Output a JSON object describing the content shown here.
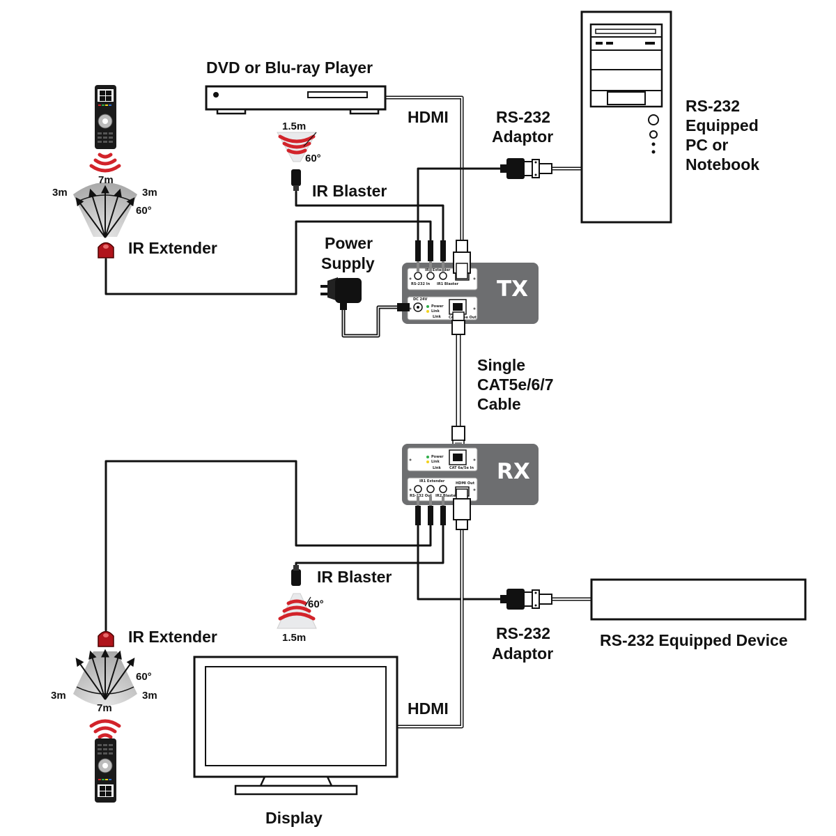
{
  "labels": {
    "dvd_player": "DVD or Blu-ray Player",
    "hdmi_top": "HDMI",
    "rs232_adaptor_top_line1": "RS-232",
    "rs232_adaptor_top_line2": "Adaptor",
    "pc_line1": "RS-232",
    "pc_line2": "Equipped",
    "pc_line3": "PC or",
    "pc_line4": "Notebook",
    "ir_blaster_top": "IR Blaster",
    "ir_extender_top": "IR Extender",
    "power_supply_line1": "Power",
    "power_supply_line2": "Supply",
    "tx": "TX",
    "rx": "RX",
    "cable_line1": "Single",
    "cable_line2": "CAT5e/6/7",
    "cable_line3": "Cable",
    "ir_blaster_bottom": "IR Blaster",
    "ir_extender_bottom": "IR Extender",
    "rs232_adaptor_bottom_line1": "RS-232",
    "rs232_adaptor_bottom_line2": "Adaptor",
    "rs232_device": "RS-232 Equipped Device",
    "hdmi_bottom": "HDMI",
    "display": "Display"
  },
  "ranges": {
    "blaster_top_distance": "1.5m",
    "blaster_top_angle": "60°",
    "extender_top_distance": "7m",
    "extender_top_left": "3m",
    "extender_top_right": "3m",
    "extender_top_angle": "60°",
    "blaster_bottom_angle": "60°",
    "blaster_bottom_distance": "1.5m",
    "extender_bottom_angle": "60°",
    "extender_bottom_left": "3m",
    "extender_bottom_right": "3m",
    "extender_bottom_distance": "7m"
  },
  "panel_text": {
    "tx_ir2_extender": "IR2 Extender",
    "tx_rs232_in": "RS-232 In",
    "tx_ir1_blaster": "IR1 Blaster",
    "tx_dc": "DC 24V",
    "tx_power": "Power",
    "tx_link": "Link",
    "tx_link_sub": "Link",
    "tx_cat_out": "CAT 6a/5e Out",
    "rx_power": "Power",
    "rx_link": "Link",
    "rx_link_sub": "Link",
    "rx_cat_in": "CAT 6a/5e In",
    "rx_ir1_extender": "IR1 Extender",
    "rx_rs232_out": "RS-232 Out",
    "rx_ir2_blaster": "IR2 Blaster",
    "rx_hdmi_out": "HDMI Out"
  },
  "colors": {
    "unit_body": "#6d6e70",
    "ir_red": "#d2232a",
    "extender_red": "#b0141b",
    "cable": "#111111",
    "led_green": "#2fae4a",
    "led_yellow": "#f2d21b",
    "fan": "#bfbfbf"
  },
  "icons": [
    "remote-control-icon",
    "ir-signal-icon",
    "power-adapter-icon",
    "pc-tower-icon",
    "tv-display-icon",
    "db9-connector-icon",
    "hdmi-plug-icon",
    "rj45-plug-icon"
  ]
}
